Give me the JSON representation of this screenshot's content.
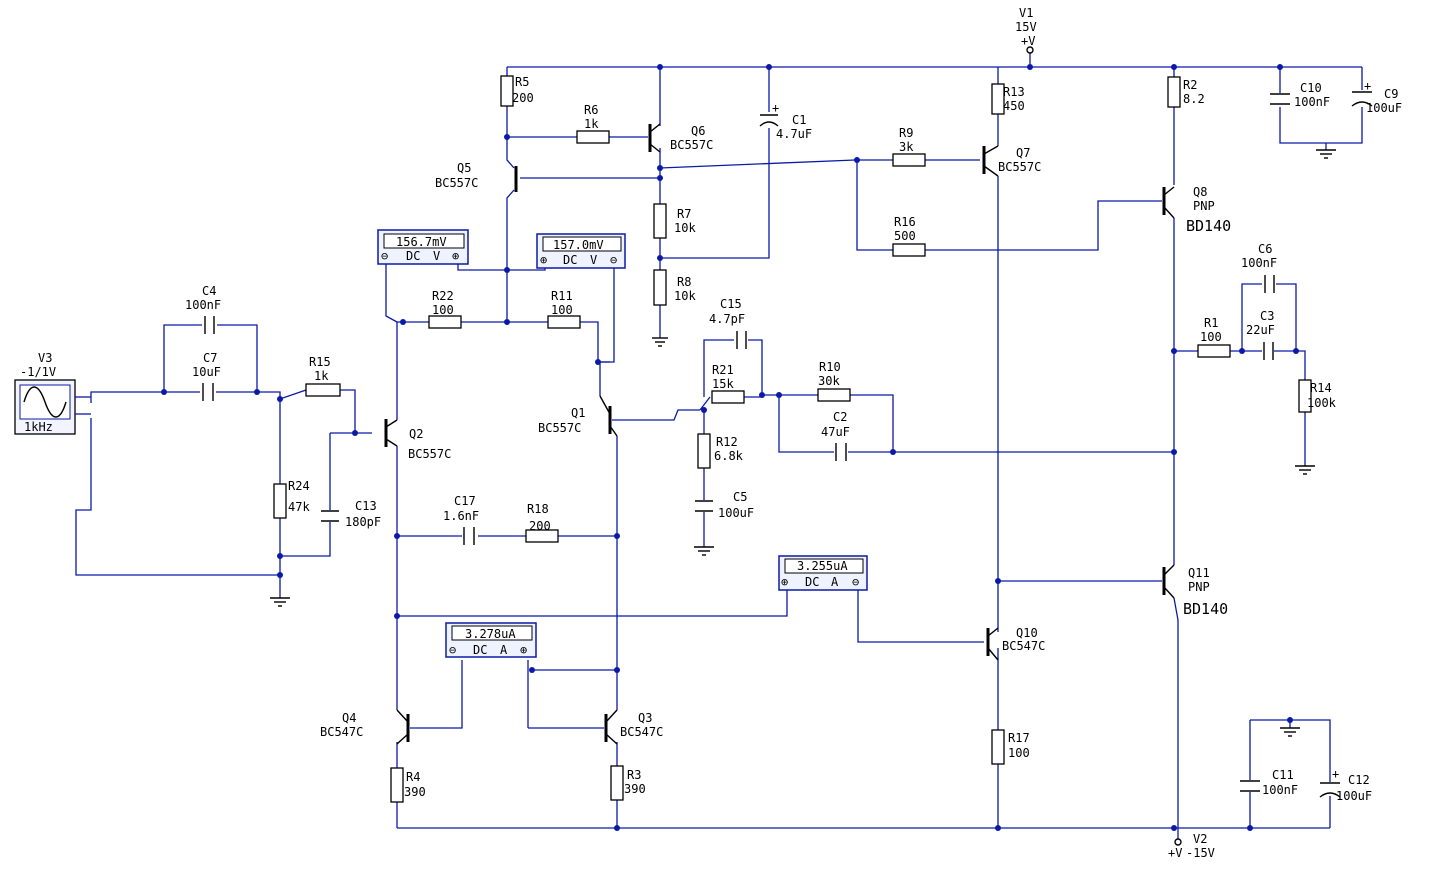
{
  "sources": {
    "v1": {
      "name": "V1",
      "value": "15V",
      "pin": "+V"
    },
    "v2": {
      "name": "V2",
      "pin": "+V",
      "value": "-15V"
    },
    "v3": {
      "name": "V3",
      "value": "-1/1V",
      "freq": "1kHz"
    }
  },
  "resistors": [
    {
      "id": "r5",
      "name": "R5",
      "value": "200"
    },
    {
      "id": "r6",
      "name": "R6",
      "value": "1k"
    },
    {
      "id": "r7",
      "name": "R7",
      "value": "10k"
    },
    {
      "id": "r8",
      "name": "R8",
      "value": "10k"
    },
    {
      "id": "r9",
      "name": "R9",
      "value": "3k"
    },
    {
      "id": "r16",
      "name": "R16",
      "value": "500"
    },
    {
      "id": "r13",
      "name": "R13",
      "value": "450"
    },
    {
      "id": "r2",
      "name": "R2",
      "value": "8.2"
    },
    {
      "id": "r22",
      "name": "R22",
      "value": "100"
    },
    {
      "id": "r11",
      "name": "R11",
      "value": "100"
    },
    {
      "id": "r15",
      "name": "R15",
      "value": "1k"
    },
    {
      "id": "r24",
      "name": "R24",
      "value": "47k"
    },
    {
      "id": "r21",
      "name": "R21",
      "value": "15k"
    },
    {
      "id": "r10",
      "name": "R10",
      "value": "30k"
    },
    {
      "id": "r12",
      "name": "R12",
      "value": "6.8k"
    },
    {
      "id": "r18",
      "name": "R18",
      "value": "200"
    },
    {
      "id": "r1",
      "name": "R1",
      "value": "100"
    },
    {
      "id": "r14",
      "name": "R14",
      "value": "100k"
    },
    {
      "id": "r17",
      "name": "R17",
      "value": "100"
    },
    {
      "id": "r4",
      "name": "R4",
      "value": "390"
    },
    {
      "id": "r3",
      "name": "R3",
      "value": "390"
    }
  ],
  "capacitors": [
    {
      "id": "c1",
      "name": "C1",
      "value": "4.7uF"
    },
    {
      "id": "c10",
      "name": "C10",
      "value": "100nF"
    },
    {
      "id": "c9",
      "name": "C9",
      "value": "100uF"
    },
    {
      "id": "c4",
      "name": "C4",
      "value": "100nF"
    },
    {
      "id": "c7",
      "name": "C7",
      "value": "10uF"
    },
    {
      "id": "c13",
      "name": "C13",
      "value": "180pF"
    },
    {
      "id": "c15",
      "name": "C15",
      "value": "4.7pF"
    },
    {
      "id": "c2",
      "name": "C2",
      "value": "47uF"
    },
    {
      "id": "c5",
      "name": "C5",
      "value": "100uF"
    },
    {
      "id": "c17",
      "name": "C17",
      "value": "1.6nF"
    },
    {
      "id": "c6",
      "name": "C6",
      "value": "100nF"
    },
    {
      "id": "c3",
      "name": "C3",
      "value": "22uF"
    },
    {
      "id": "c11",
      "name": "C11",
      "value": "100nF"
    },
    {
      "id": "c12",
      "name": "C12",
      "value": "100uF"
    }
  ],
  "transistors": [
    {
      "id": "q1",
      "name": "Q1",
      "model": "BC557C"
    },
    {
      "id": "q2",
      "name": "Q2",
      "model": "BC557C"
    },
    {
      "id": "q3",
      "name": "Q3",
      "model": "BC547C"
    },
    {
      "id": "q4",
      "name": "Q4",
      "model": "BC547C"
    },
    {
      "id": "q5",
      "name": "Q5",
      "model": "BC557C"
    },
    {
      "id": "q6",
      "name": "Q6",
      "model": "BC557C"
    },
    {
      "id": "q7",
      "name": "Q7",
      "model": "BC557C"
    },
    {
      "id": "q8",
      "name": "Q8",
      "type": "PNP",
      "model": "BD140"
    },
    {
      "id": "q10",
      "name": "Q10",
      "model": "BC547C"
    },
    {
      "id": "q11",
      "name": "Q11",
      "type": "PNP",
      "model": "BD140"
    }
  ],
  "meters": [
    {
      "id": "m1",
      "reading": "156.7mV",
      "mode": "DC",
      "unit": "V"
    },
    {
      "id": "m2",
      "reading": "157.0mV",
      "mode": "DC",
      "unit": "V"
    },
    {
      "id": "m3",
      "reading": "3.255uA",
      "mode": "DC",
      "unit": "A"
    },
    {
      "id": "m4",
      "reading": "3.278uA",
      "mode": "DC",
      "unit": "A"
    }
  ],
  "colors": {
    "wire": "#0b1aa6",
    "component": "#000000",
    "meter_bg": "#eef3ff"
  }
}
